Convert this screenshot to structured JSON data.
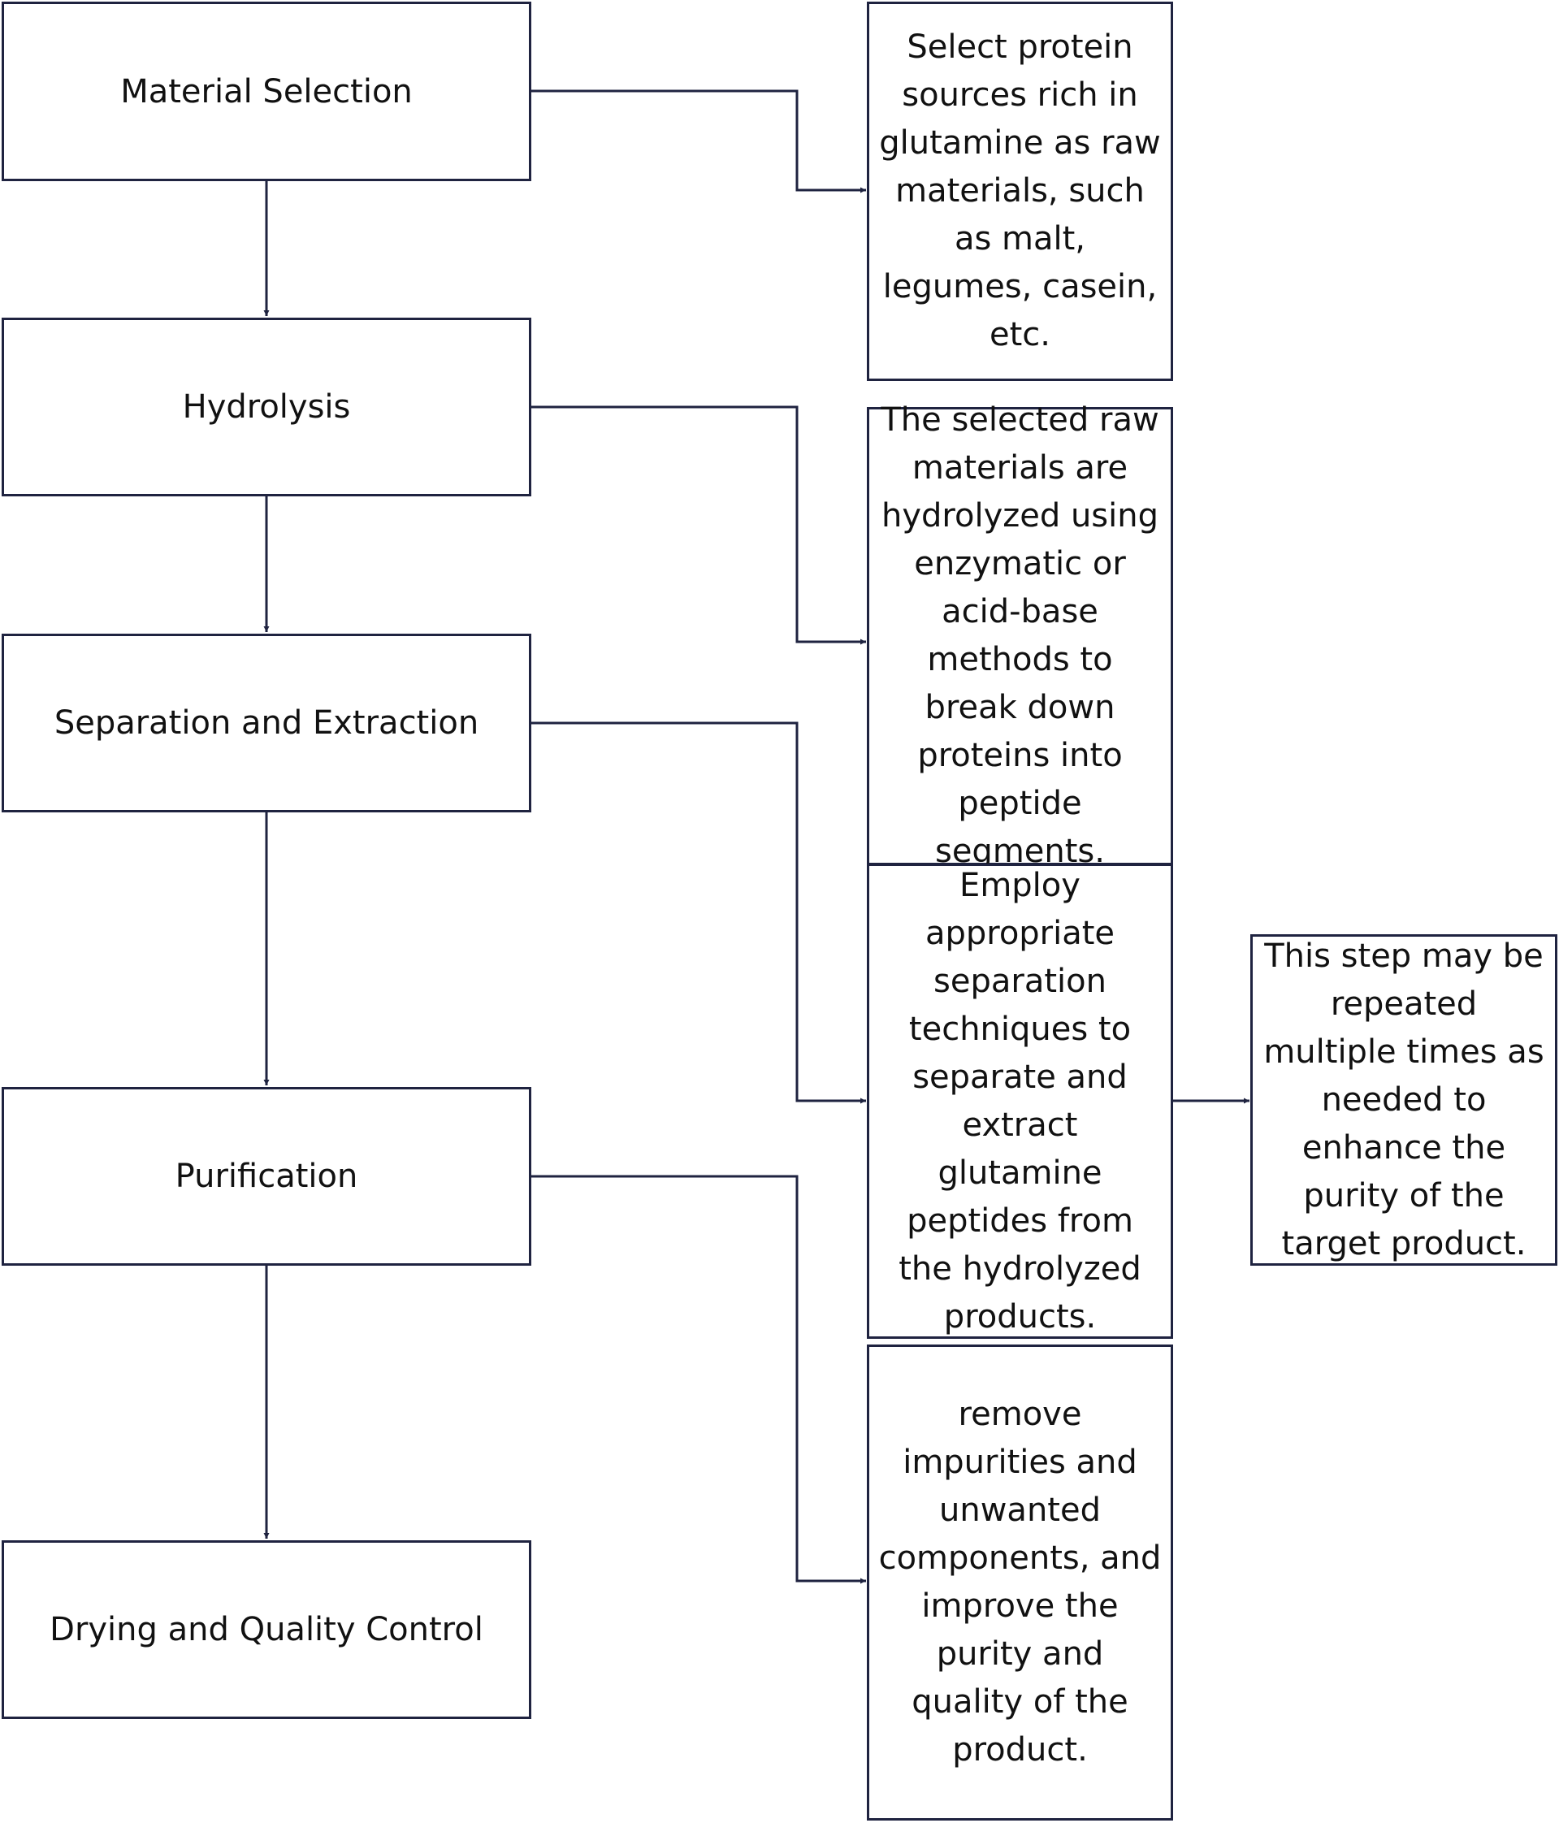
{
  "colors": {
    "stroke": "#1f2340",
    "background": "#ffffff",
    "text": "#111111"
  },
  "steps": [
    "Material Selection",
    "Hydrolysis",
    "Separation and Extraction",
    "Purification",
    "Drying and Quality Control"
  ],
  "notes": [
    "Select protein sources rich in glutamine as raw materials, such as malt, legumes, casein, etc.",
    "The selected raw materials are hydrolyzed using enzymatic or acid-base methods to break down proteins into peptide segments.",
    "Employ appropriate separation techniques to separate and extract glutamine peptides from the hydrolyzed products.",
    "remove impurities and unwanted components, and improve the purity and quality of the product."
  ],
  "side_note": "This step may be repeated multiple times as needed to enhance the purity of the target product."
}
